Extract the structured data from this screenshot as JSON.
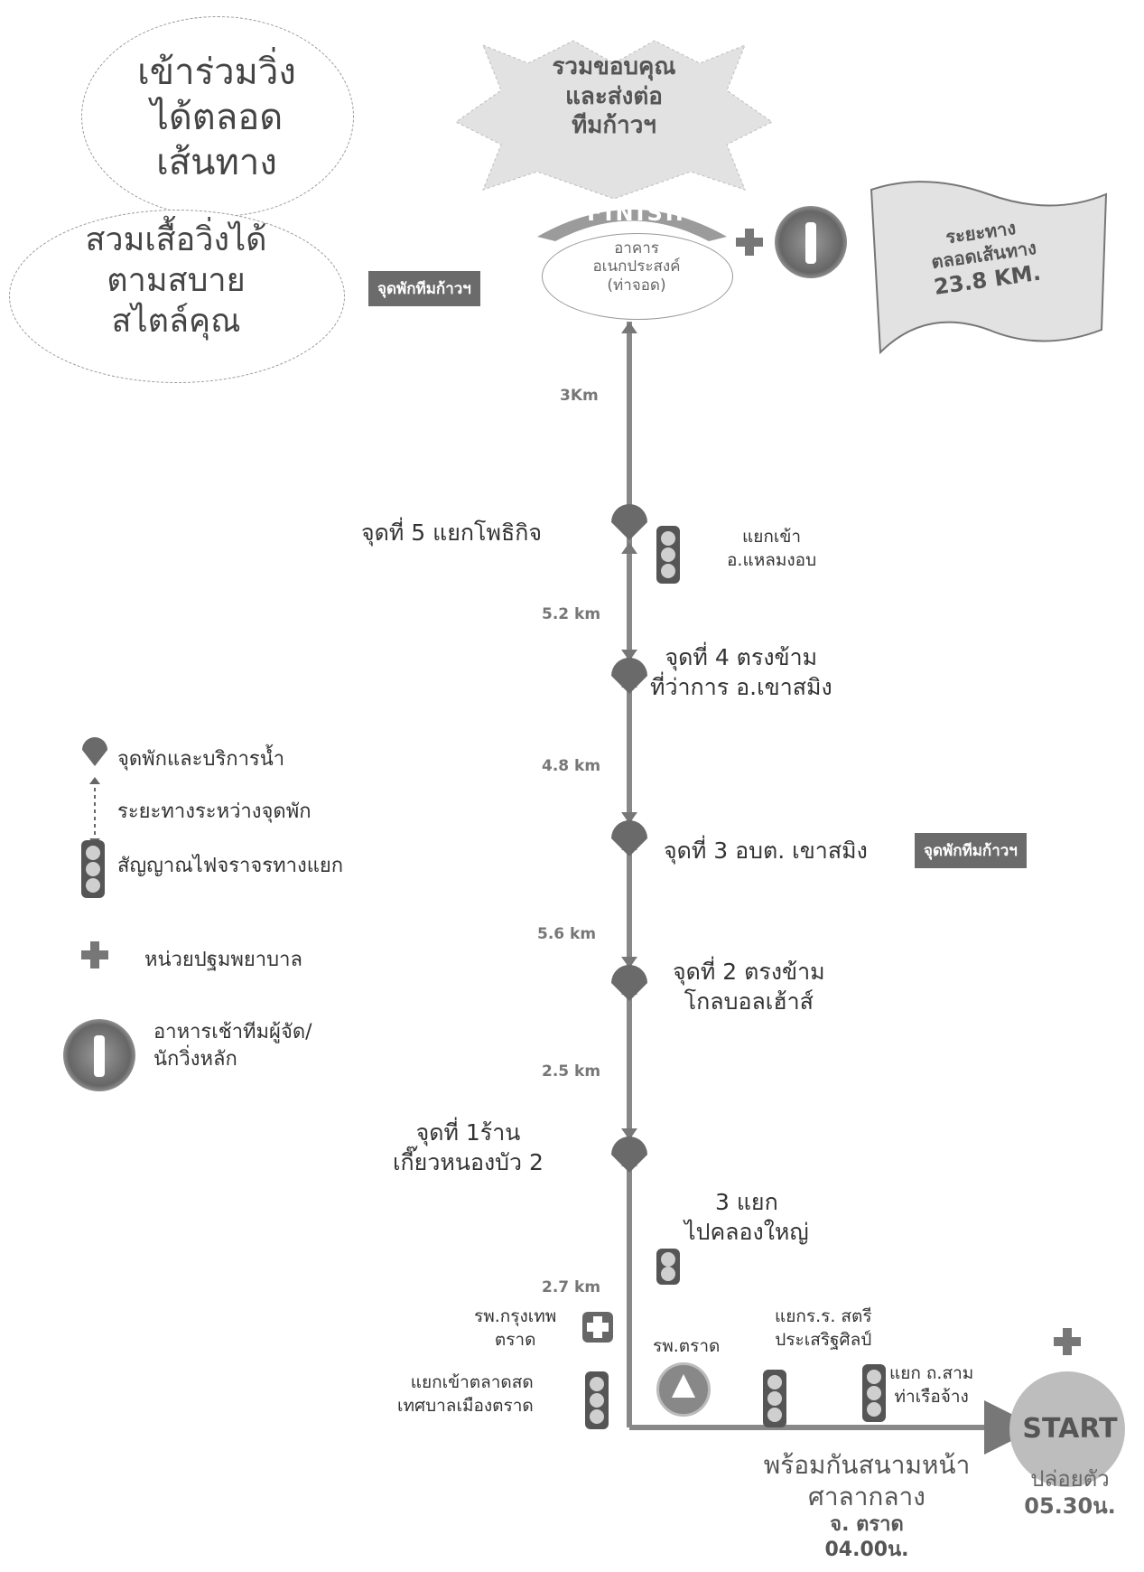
{
  "bubbles": {
    "join_run": [
      "เข้าร่วมวิ่ง",
      "ได้ตลอด",
      "เส้นทาง"
    ],
    "dress": [
      "สวมเสื้อวิ่งได้",
      "ตามสบาย",
      "สไตล์คุณ"
    ]
  },
  "thanks_banner": [
    "รวมขอบคุณ",
    "และส่งต่อ",
    "ทีมก้าวฯ"
  ],
  "finish": {
    "ribbon": "FINISH",
    "building": [
      "อาคาร",
      "อเนกประสงค์",
      "(ท่าจอด)"
    ]
  },
  "distance_flag": [
    "ระยะทาง",
    "ตลอดเส้นทาง",
    "23.8 KM."
  ],
  "rest_tags": {
    "top": "จุดพักทีมก้าวฯ",
    "point3": "จุดพักทีมก้าวฯ"
  },
  "segments": [
    "3Km",
    "5.2 km",
    "4.8 km",
    "5.6 km",
    "2.5 km",
    "2.7 km"
  ],
  "checkpoints": {
    "p5": "จุดที่ 5 แยกโพธิกิจ",
    "p4": [
      "จุดที่ 4 ตรงข้าม",
      "ที่ว่าการ อ.เขาสมิง"
    ],
    "p3": "จุดที่ 3 อบต. เขาสมิง",
    "p2": [
      "จุดที่ 2 ตรงข้าม",
      "โกลบอลเฮ้าส์"
    ],
    "p1": [
      "จุดที่ 1ร้าน",
      "เกี๊ยวหนองบัว 2"
    ]
  },
  "junctions": {
    "laem_ngop": [
      "แยกเข้า",
      "อ.แหลมงอบ"
    ],
    "khlong_yai": [
      "3 แยก",
      "ไปคลองใหญ่"
    ],
    "school": [
      "แยกร.ร. สตรี",
      "ประเสริฐศิลป์"
    ],
    "tha_ruea": [
      "แยก ถ.สาม",
      "ท่าเรือจ้าง"
    ],
    "market": [
      "แยกเข้าตลาดสด",
      "เทศบาลเมืองตราด"
    ]
  },
  "hospitals": {
    "bangkok": [
      "รพ.กรุงเทพ",
      "ตราด"
    ],
    "trat": "รพ.ตราด"
  },
  "start": {
    "label": "START",
    "release": [
      "ปล่อยตัว",
      "05.30น."
    ],
    "meet": [
      "พร้อมกันสนามหน้า",
      "ศาลากลาง",
      "จ. ตราด",
      "04.00น."
    ]
  },
  "legend": {
    "rest": "จุดพักและบริการน้ำ",
    "distance": "ระยะทางระหว่างจุดพัก",
    "traffic": "สัญญาณไฟจราจรทางแยก",
    "firstaid": "หน่วยปฐมพยาบาล",
    "food": [
      "อาหารเช้าทีมผู้จัด/",
      "นักวิ่งหลัก"
    ]
  },
  "colors": {
    "route": "#888888",
    "pin": "#6a6a6a",
    "tag": "#6b6b6b",
    "start_circle": "#bdbdbd"
  }
}
